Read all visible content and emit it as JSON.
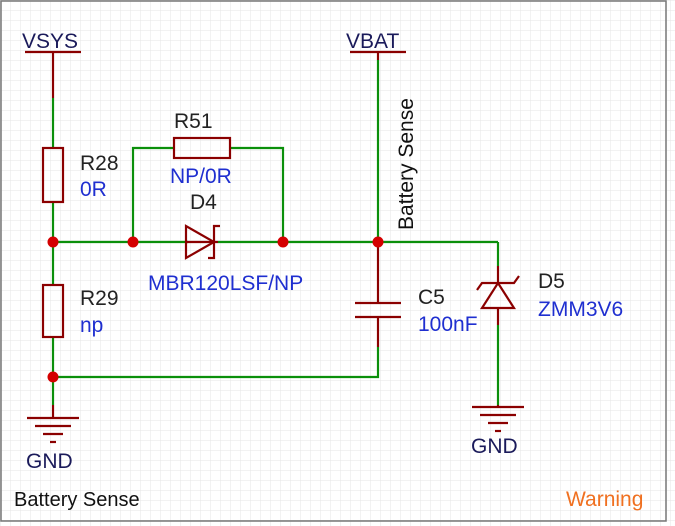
{
  "sheet": {
    "title": "Battery Sense",
    "status": "Warning",
    "colors": {
      "wire": "#0a8f0a",
      "component": "#8b0000",
      "junction": "#d40000",
      "value_text": "#1f2fd0",
      "status_text": "#f07020",
      "grid": "#e4e4e4"
    }
  },
  "nets": {
    "vsys": "VSYS",
    "vbat": "VBAT",
    "battery_sense": "Battery Sense",
    "gnd_left": "GND",
    "gnd_right": "GND"
  },
  "components": {
    "r28": {
      "ref": "R28",
      "value": "0R"
    },
    "r29": {
      "ref": "R29",
      "value": "np"
    },
    "r51": {
      "ref": "R51",
      "value": "NP/0R"
    },
    "d4": {
      "ref": "D4",
      "value": "MBR120LSF/NP"
    },
    "c5": {
      "ref": "C5",
      "value": "100nF"
    },
    "d5": {
      "ref": "D5",
      "value": "ZMM3V6"
    }
  }
}
